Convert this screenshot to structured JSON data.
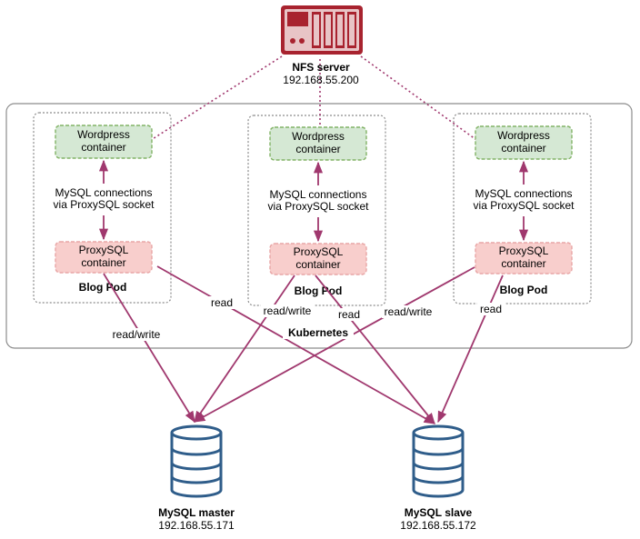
{
  "nfs": {
    "name": "NFS server",
    "ip": "192.168.55.200"
  },
  "cluster": {
    "label": "Kubernetes"
  },
  "pods": [
    {
      "wordpress": [
        "Wordpress",
        "container"
      ],
      "conn": [
        "MySQL connections",
        "via ProxySQL socket"
      ],
      "proxysql": [
        "ProxySQL",
        "container"
      ],
      "label": "Blog Pod"
    },
    {
      "wordpress": [
        "Wordpress",
        "container"
      ],
      "conn": [
        "MySQL connections",
        "via ProxySQL socket"
      ],
      "proxysql": [
        "ProxySQL",
        "container"
      ],
      "label": "Blog Pod"
    },
    {
      "wordpress": [
        "Wordpress",
        "container"
      ],
      "conn": [
        "MySQL connections",
        "via ProxySQL socket"
      ],
      "proxysql": [
        "ProxySQL",
        "container"
      ],
      "label": "Blog Pod"
    }
  ],
  "edge_labels": {
    "left_rw": "read/write",
    "left_read": "read",
    "center_rw": "read/write",
    "center_read": "read",
    "right_rw": "read/write",
    "right_read": "read"
  },
  "master": {
    "name": "MySQL master",
    "ip": "192.168.55.171"
  },
  "slave": {
    "name": "MySQL slave",
    "ip": "192.168.55.172"
  },
  "colors": {
    "arrow": "#A0386E",
    "nfs": "#A8232F",
    "db_stroke": "#2F5D8A",
    "db_fill": "#FFFFFF",
    "wp_fill": "#D5E8D4",
    "wp_stroke": "#82B366",
    "proxy_fill": "#F8CECC",
    "proxy_stroke": "#E8A6A6"
  }
}
